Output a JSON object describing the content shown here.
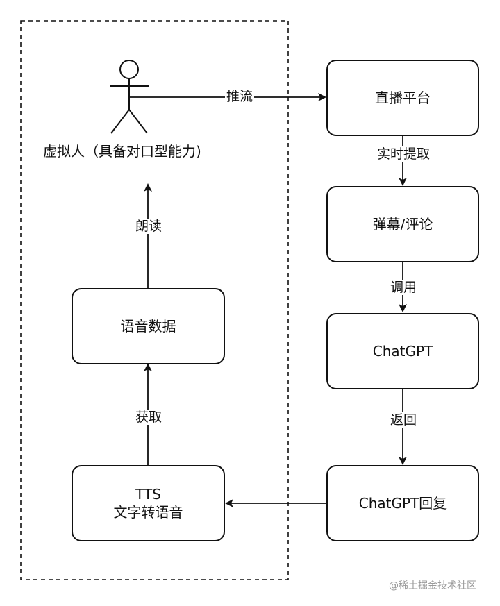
{
  "actor": {
    "label": "虚拟人（具备对口型能力)"
  },
  "boxes": {
    "live_platform": "直播平台",
    "danmaku": "弹幕/评论",
    "chatgpt": "ChatGPT",
    "chatgpt_reply": "ChatGPT回复",
    "tts_line1": "TTS",
    "tts_line2": "文字转语音",
    "audio_data": "语音数据"
  },
  "edges": {
    "push_stream": "推流",
    "realtime_fetch": "实时提取",
    "invoke": "调用",
    "return": "返回",
    "fetch": "获取",
    "read_aloud": "朗读"
  },
  "watermark": "@稀土掘金技术社区"
}
